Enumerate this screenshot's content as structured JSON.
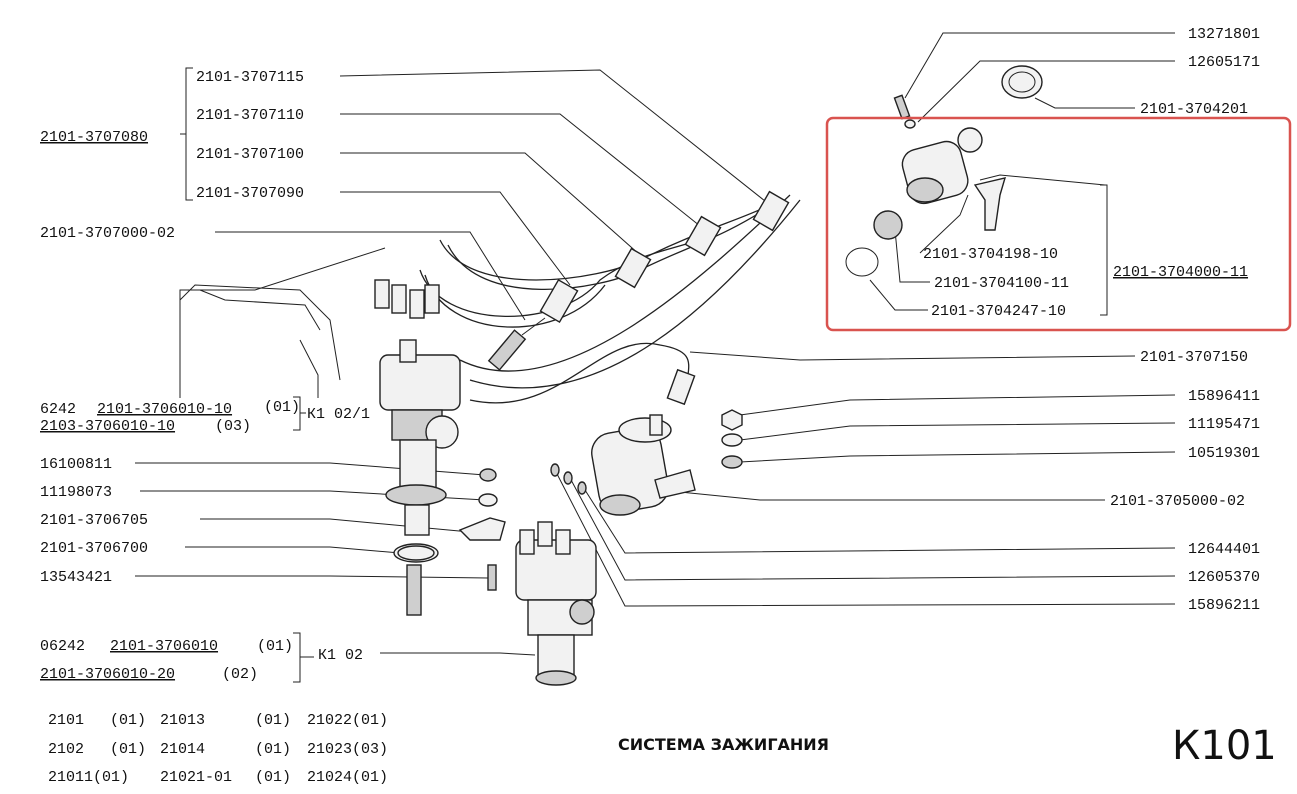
{
  "page_title": "СИСТЕМА ЗАЖИГАНИЯ",
  "page_code": "К101",
  "colors": {
    "highlight": "#d9534f",
    "ink": "#222222"
  },
  "labels": {
    "p13271801": "13271801",
    "p12605171": "12605171",
    "p2101_3704201": "2101-3704201",
    "p2101_3707115": "2101-3707115",
    "p2101_3707110": "2101-3707110",
    "p2101_3707100": "2101-3707100",
    "p2101_3707090": "2101-3707090",
    "p2101_3707080": "2101-3707080",
    "p2101_3707000_02": "2101-3707000-02",
    "p2101_3704198_10": "2101-3704198-10",
    "p2101_3704100_11": "2101-3704100-11",
    "p2101_3704247_10": "2101-3704247-10",
    "p2101_3704000_11": "2101-3704000-11",
    "p2101_3707150": "2101-3707150",
    "p15896411": "15896411",
    "p11195471": "11195471",
    "p10519301": "10519301",
    "p2101_3705000_02": "2101-3705000-02",
    "p12644401": "12644401",
    "p12605370": "12605370",
    "p15896211": "15896211",
    "d1_prefix": "6242",
    "d1_part": "2101-3706010-10",
    "d1_var": "(01)",
    "d1_ref": "К1 02/1",
    "d2_part": "2103-3706010-10",
    "d2_var": "(03)",
    "p16100811": "16100811",
    "p11198073": "11198073",
    "p2101_3706705": "2101-3706705",
    "p2101_3706700": "2101-3706700",
    "p13543421": "13543421",
    "d3_prefix": "06242",
    "d3_part": "2101-3706010",
    "d3_var": "(01)",
    "d3_ref": "К1 02",
    "d4_part": "2101-3706010-20",
    "d4_var": "(02)"
  },
  "applicability": [
    [
      "2101",
      "(01)",
      "21013",
      "(01)",
      "21022(01)"
    ],
    [
      "2102",
      "(01)",
      "21014",
      "(01)",
      "21023(03)"
    ],
    [
      "21011(01)",
      "",
      "21021-01",
      "(01)",
      "21024(01)"
    ]
  ]
}
